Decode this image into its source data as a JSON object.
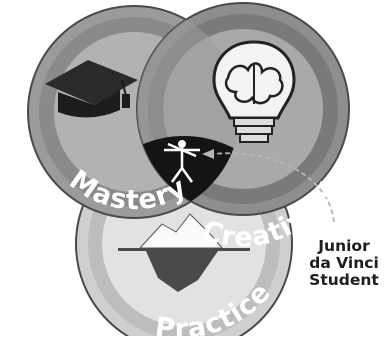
{
  "circles": [
    {
      "label": "Mastery",
      "icon": "graduation-cap-icon",
      "fill": "#8f8f8f"
    },
    {
      "label": "Creativity",
      "icon": "brain-lightbulb-icon",
      "fill": "#9a9a9a"
    },
    {
      "label": "Practice",
      "icon": "iceberg-icon",
      "fill": "#c4c4c4"
    }
  ],
  "center_icon": "vitruvian-man-icon",
  "callout": {
    "lines": [
      "Junior",
      "da Vinci",
      "Student"
    ]
  },
  "colors": {
    "outline": "#4a4a4a",
    "arc": "#444444",
    "text_on_ring": "#ffffff",
    "center": "#141414"
  }
}
